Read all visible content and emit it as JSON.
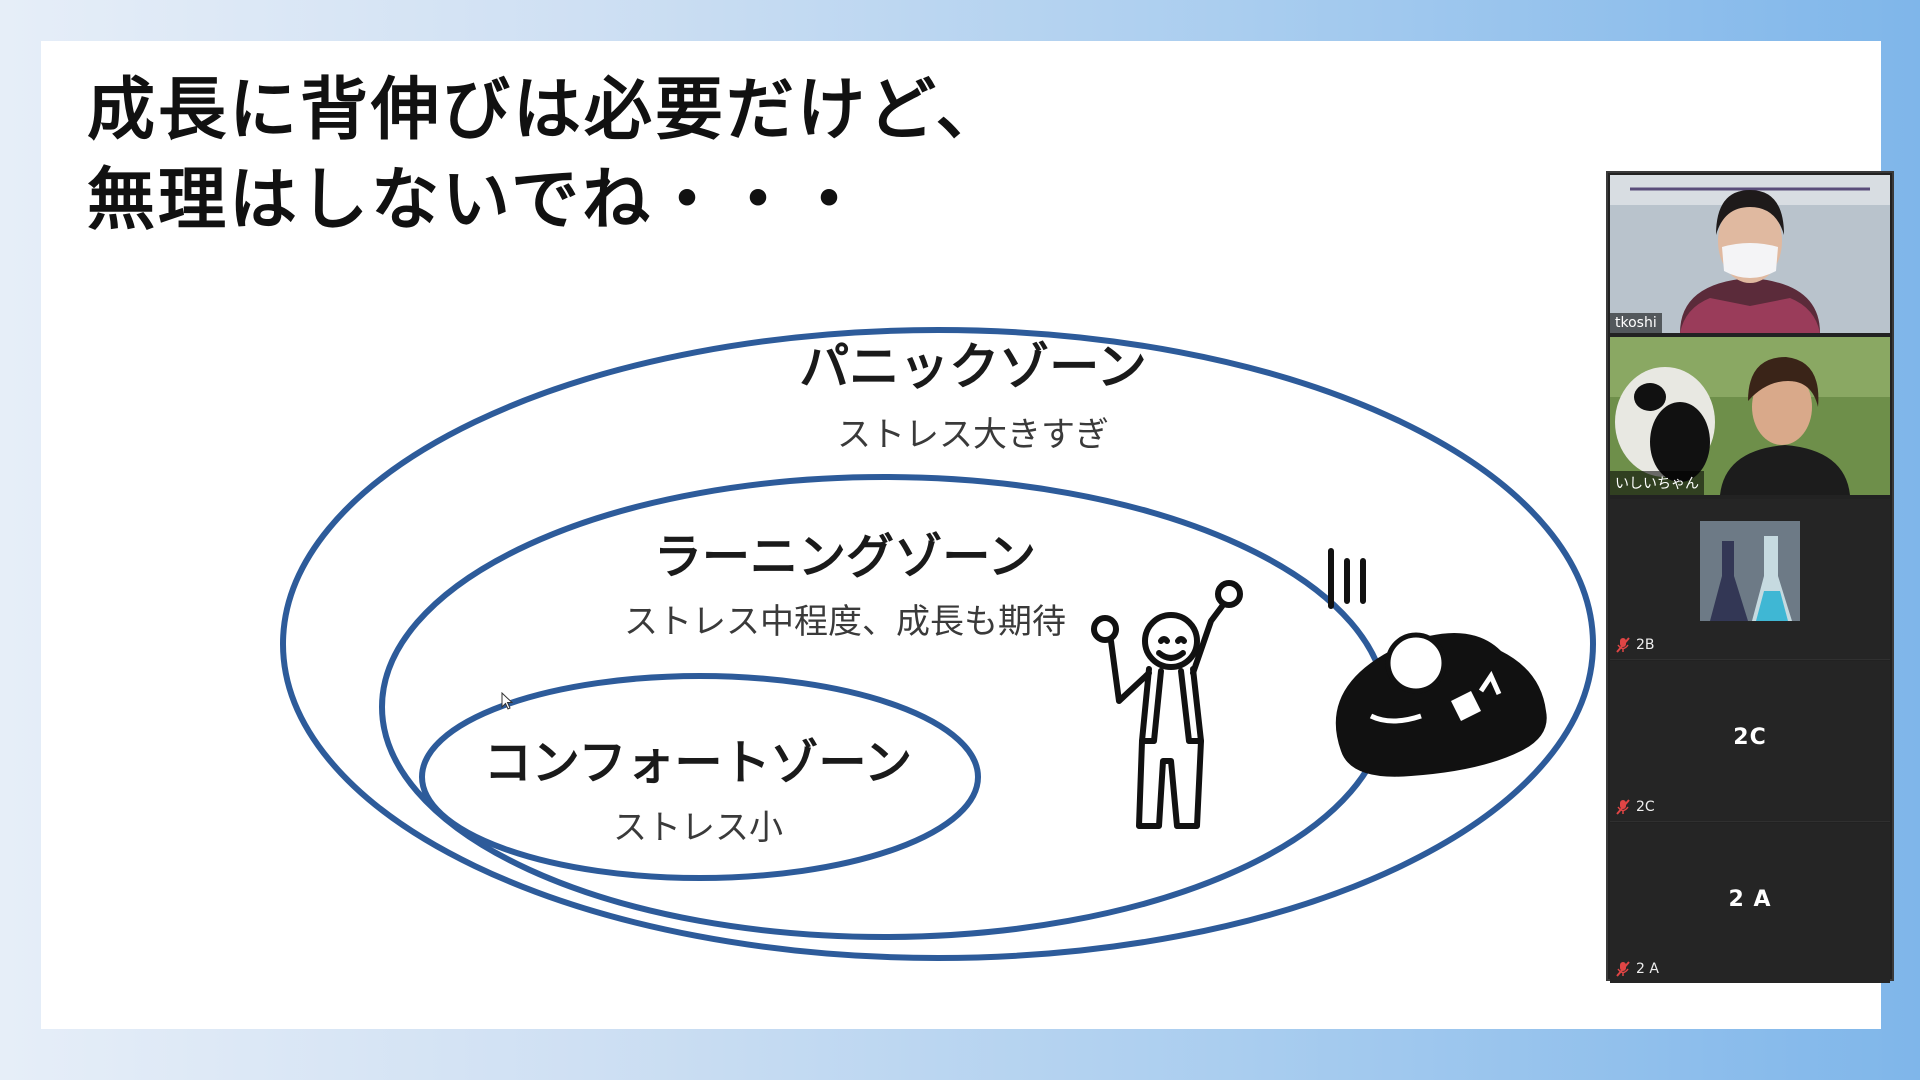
{
  "slide": {
    "title_line1": "成長に背伸びは必要だけど、",
    "title_line2": "無理はしないでね・・・"
  },
  "zones": {
    "panic": {
      "title": "パニックゾーン",
      "subtitle": "ストレス大きすぎ"
    },
    "learning": {
      "title": "ラーニングゾーン",
      "subtitle": "ストレス中程度、成長も期待"
    },
    "comfort": {
      "title": "コンフォートゾーン",
      "subtitle": "ストレス小"
    }
  },
  "diagram_colors": {
    "ellipse_stroke": "#2d5b9a",
    "figure": "#111111"
  },
  "participants": [
    {
      "name": "tkoshi",
      "type": "video"
    },
    {
      "name": "いしいちゃん",
      "type": "video"
    },
    {
      "name": "2B",
      "type": "video-thumbnail",
      "muted": true
    },
    {
      "name": "2C",
      "display": "2C",
      "type": "no-video",
      "muted": true
    },
    {
      "name": "2 A",
      "display": "2 A",
      "type": "no-video",
      "muted": true
    }
  ],
  "icons": {
    "muted_mic": "mic-off-icon",
    "cursor": "mouse-cursor-icon"
  }
}
